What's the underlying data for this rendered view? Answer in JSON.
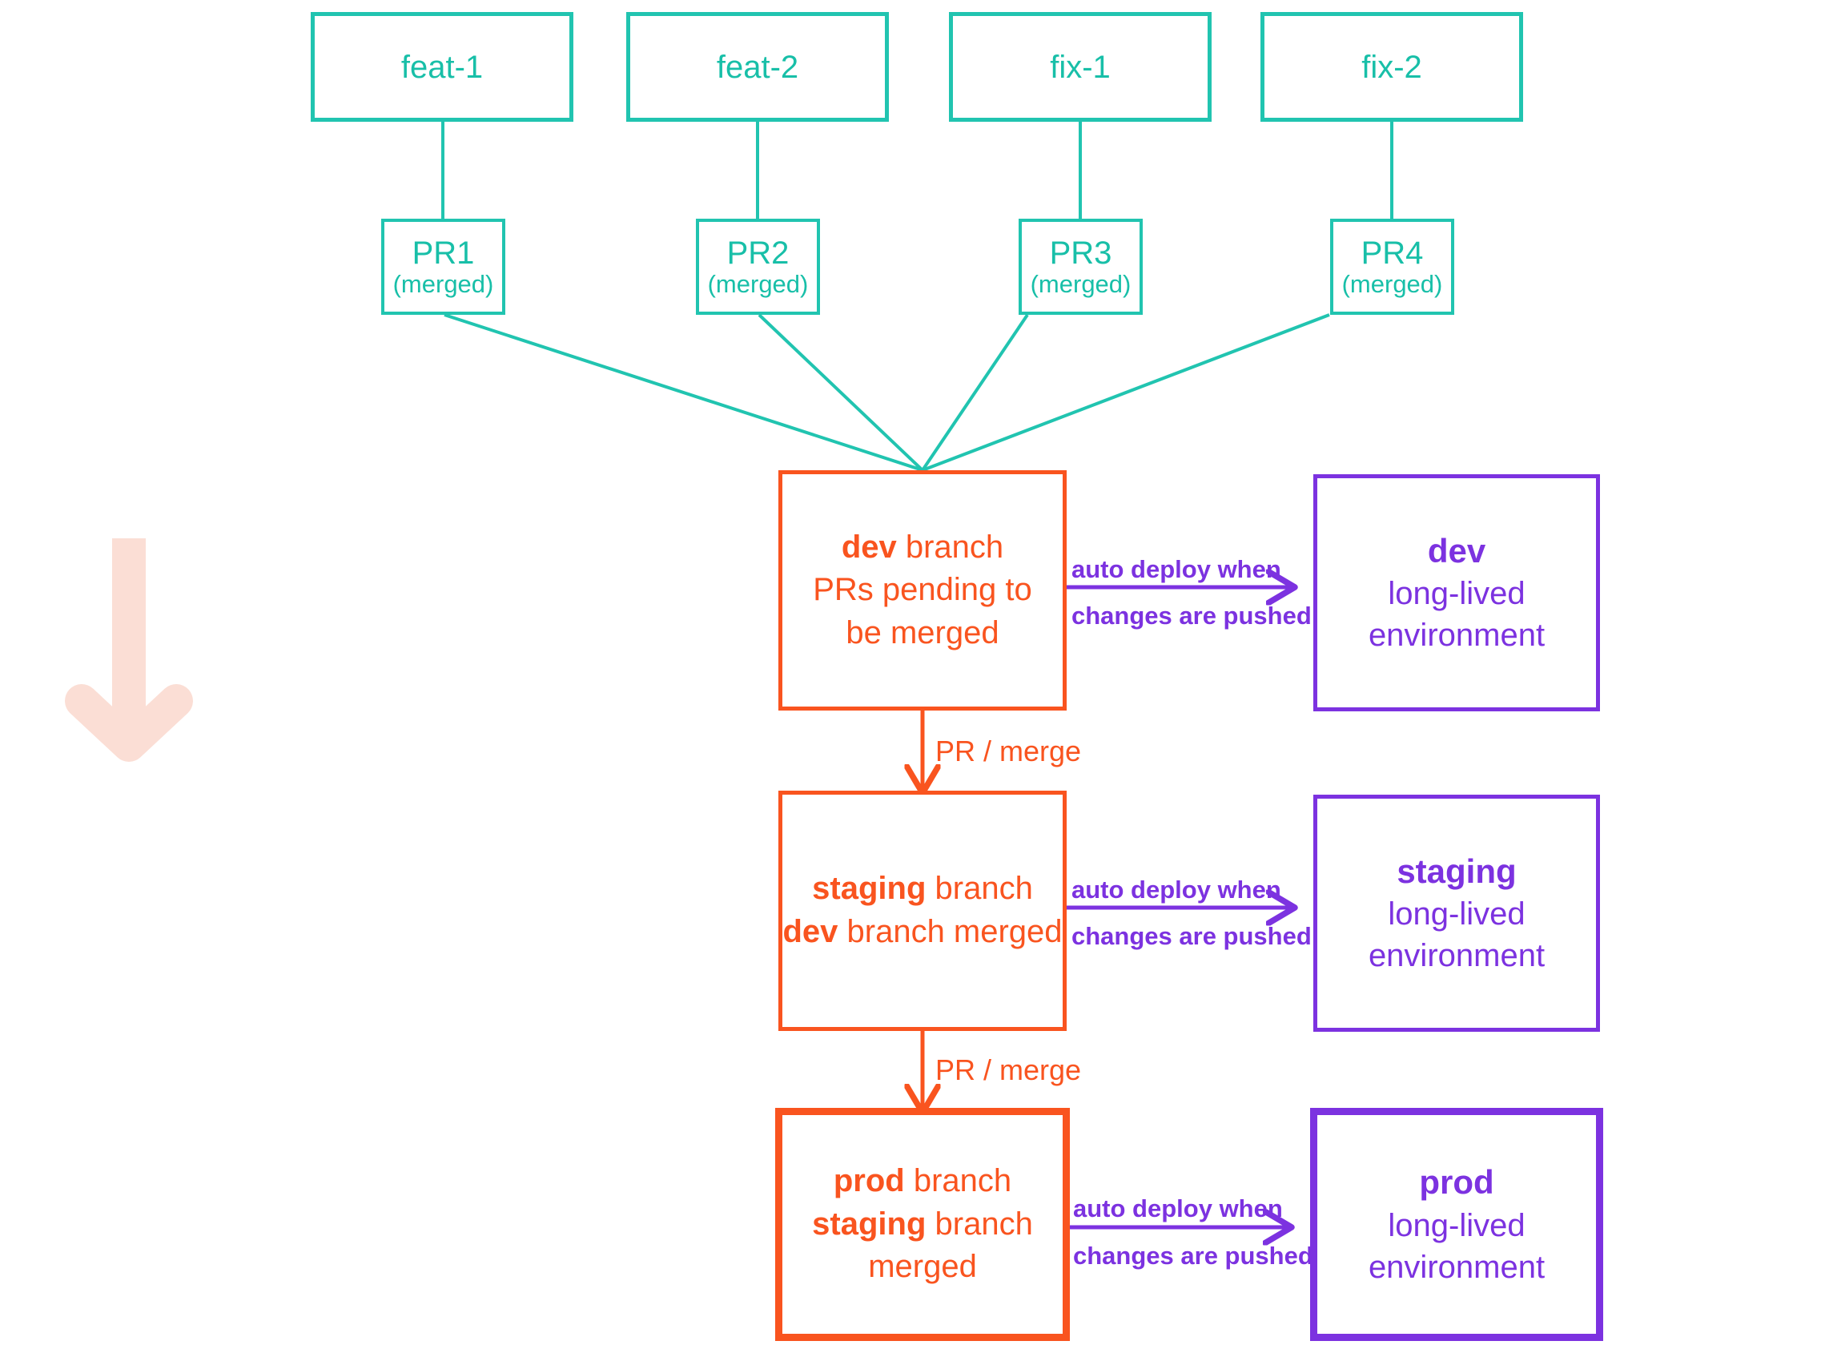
{
  "diagram": {
    "title": "git branching and deployment flow",
    "colors": {
      "green": "#21c4b0",
      "orange": "#f9541f",
      "purple": "#7c32e0",
      "pale_arrow": "#fbded5",
      "background": "#ffffff"
    }
  },
  "feature_branches": [
    {
      "label": "feat-1"
    },
    {
      "label": "feat-2"
    },
    {
      "label": "fix-1"
    },
    {
      "label": "fix-2"
    }
  ],
  "pull_requests": [
    {
      "name": "PR1",
      "status": "(merged)"
    },
    {
      "name": "PR2",
      "status": "(merged)"
    },
    {
      "name": "PR3",
      "status": "(merged)"
    },
    {
      "name": "PR4",
      "status": "(merged)"
    }
  ],
  "branches": [
    {
      "id": "dev",
      "name": "dev",
      "suffix": " branch",
      "detail_strong": "",
      "detail": "PRs pending to be merged"
    },
    {
      "id": "staging",
      "name": "staging",
      "suffix": " branch",
      "detail_strong": "dev",
      "detail": " branch merged"
    },
    {
      "id": "prod",
      "name": "prod",
      "suffix": " branch",
      "detail_strong": "staging",
      "detail": " branch merged"
    }
  ],
  "environments": [
    {
      "id": "dev",
      "title": "dev",
      "sub_line1": "long-lived",
      "sub_line2": "environment"
    },
    {
      "id": "staging",
      "title": "staging",
      "sub_line1": "long-lived",
      "sub_line2": "environment"
    },
    {
      "id": "prod",
      "title": "prod",
      "sub_line1": "long-lived",
      "sub_line2": "environment"
    }
  ],
  "deploy_labels": [
    {
      "line1": "auto deploy when",
      "line2": "changes are pushed"
    },
    {
      "line1": "auto deploy when",
      "line2": "changes are pushed"
    },
    {
      "line1": "auto deploy when",
      "line2": "changes are pushed"
    }
  ],
  "merge_labels": [
    {
      "text": "PR / merge"
    },
    {
      "text": "PR / merge"
    }
  ],
  "flow_arrow": {
    "name": "downward-flow-arrow",
    "direction": "down"
  }
}
